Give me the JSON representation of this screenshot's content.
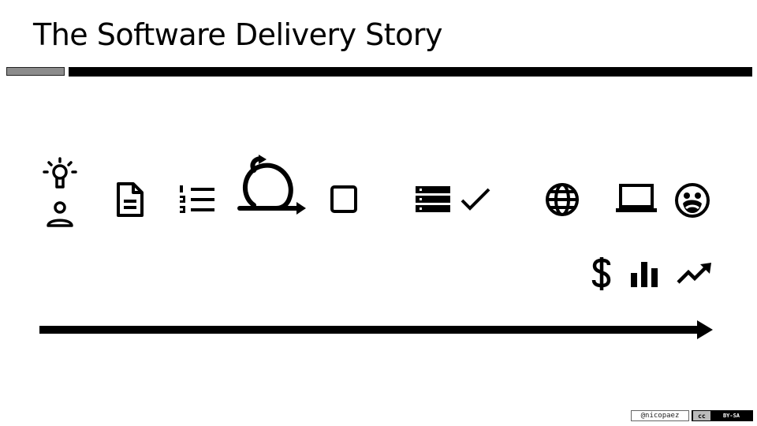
{
  "slide": {
    "title": "The Software Delivery Story"
  },
  "icons": [
    "lightbulb-icon",
    "person-icon",
    "document-icon",
    "numbered-list-icon",
    "agile-cycle-icon",
    "checkbox-icon",
    "server-stack-icon",
    "checkmark-icon",
    "globe-icon",
    "laptop-icon",
    "face-icon",
    "dollar-icon",
    "bar-chart-icon",
    "trending-up-icon",
    "timeline-arrow"
  ],
  "footer": {
    "author": "@nicopaez",
    "cc_mark": "cc",
    "license": "BY-SA"
  }
}
